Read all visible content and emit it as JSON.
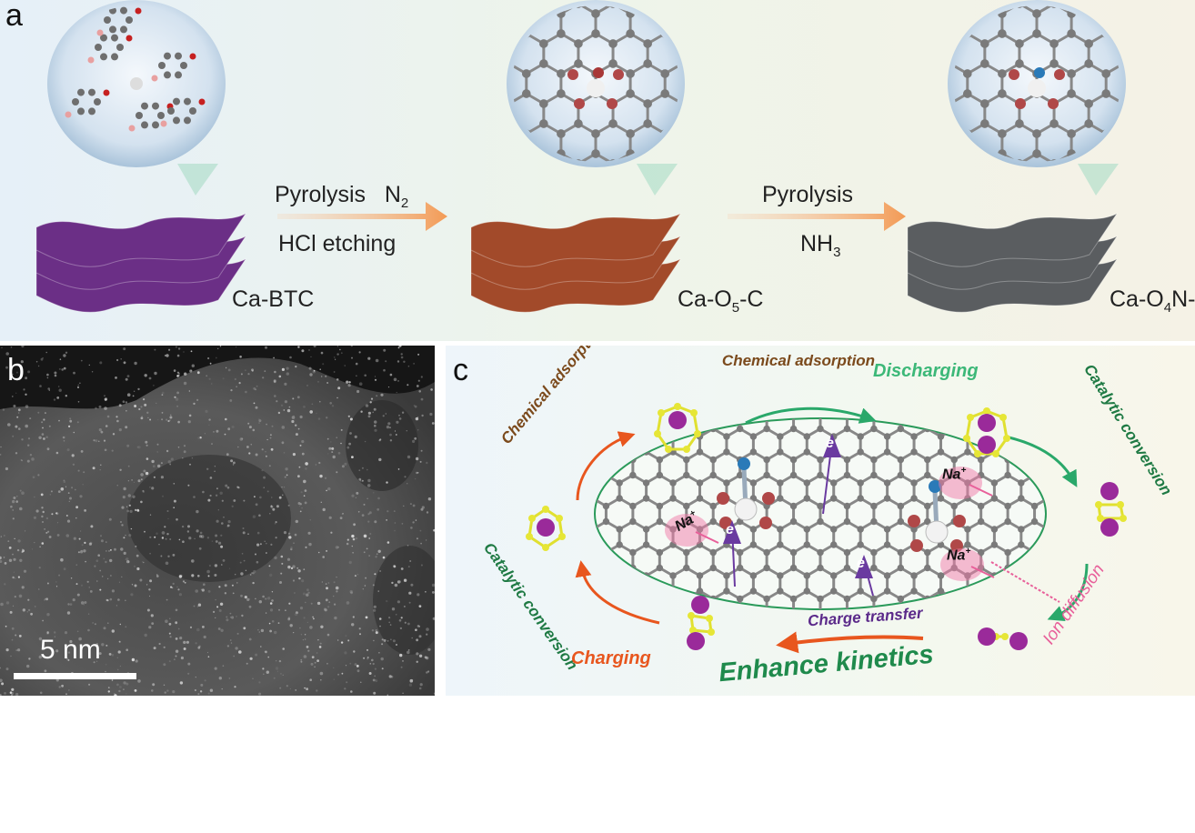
{
  "panel_a": {
    "label": "a",
    "step1": {
      "line1": "Pyrolysis",
      "gas": "N",
      "gas_sub": "2",
      "line2": "HCl etching"
    },
    "step2": {
      "line1": "Pyrolysis",
      "gas": "NH",
      "gas_sub": "3"
    },
    "materials": [
      {
        "name": "Ca-BTC",
        "color": "#6b2f86"
      },
      {
        "prefix": "Ca-O",
        "sub": "5",
        "suffix": "-C",
        "color": "#a24a2a"
      },
      {
        "prefix": "Ca-O",
        "sub": "4",
        "suffix": "N-C",
        "color": "#5a5d60"
      }
    ],
    "arrow_color": "#f0a060"
  },
  "panel_b": {
    "label": "b",
    "scale_bar": "5 nm"
  },
  "panel_c": {
    "label": "c",
    "chem_ads_top": "Chemical adsorption",
    "chem_ads_left": "Chemical adsorption",
    "discharging": "Discharging",
    "cat_conv_right": "Catalytic conversion",
    "cat_conv_left": "Catalytic conversion",
    "charging": "Charging",
    "enhance": "Enhance kinetics",
    "charge_transfer": "Charge transfer",
    "ion_diffusion": "Ion diffusion",
    "na": "Na",
    "na_sup": "+",
    "e": "e",
    "colors": {
      "brown": "#7b4a1c",
      "green": "#1f8a4c",
      "lightgreen": "#3cb878",
      "orange": "#e8561e",
      "purple": "#5b2a8a",
      "pink": "#e8609a"
    }
  }
}
